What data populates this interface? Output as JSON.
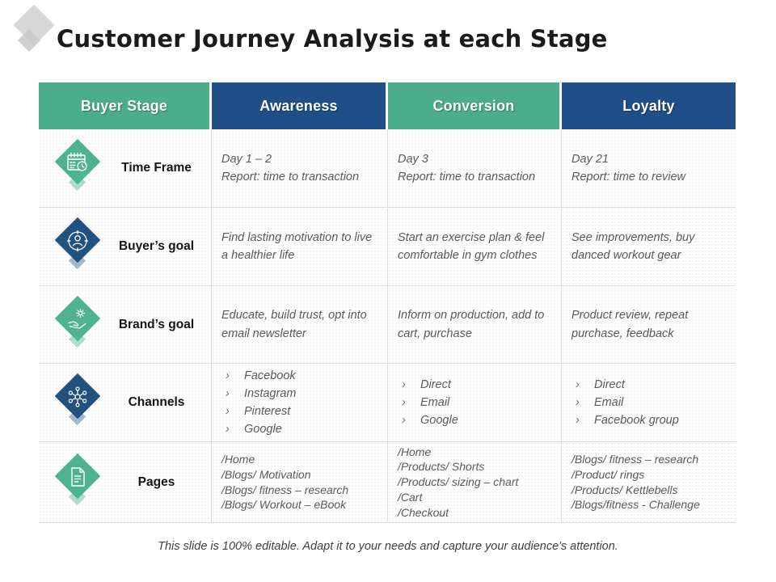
{
  "slide": {
    "title": "Customer Journey Analysis at each Stage",
    "footer": "This slide is 100% editable. Adapt it to your needs and capture your audience's attention."
  },
  "colors": {
    "header_teal": "#4bad8c",
    "header_blue": "#1f4e88",
    "diamond_green": "#4fb392",
    "diamond_blue": "#21517d",
    "cell_text": "#595959",
    "label_text": "#141414"
  },
  "bullet_char": "›",
  "table": {
    "header": [
      {
        "key": "buyer-stage",
        "label": "Buyer Stage",
        "color": "teal"
      },
      {
        "key": "awareness",
        "label": "Awareness",
        "color": "blue"
      },
      {
        "key": "conversion",
        "label": "Conversion",
        "color": "teal"
      },
      {
        "key": "loyalty",
        "label": "Loyalty",
        "color": "blue"
      }
    ],
    "rows": [
      {
        "key": "time-frame",
        "label": "Time Frame",
        "icon": "calendar-clock-icon",
        "diamond": "green",
        "cells": [
          {
            "type": "lines",
            "lines": [
              "Day 1 – 2",
              "Report: time to transaction"
            ]
          },
          {
            "type": "lines",
            "lines": [
              "Day 3",
              "Report: time to transaction"
            ]
          },
          {
            "type": "lines",
            "lines": [
              "Day 21",
              "Report: time to review"
            ]
          }
        ]
      },
      {
        "key": "buyers-goal",
        "label": "Buyer’s goal",
        "icon": "person-target-icon",
        "diamond": "blue",
        "cells": [
          {
            "type": "lines",
            "lines": [
              "Find lasting motivation to live a healthier life"
            ]
          },
          {
            "type": "lines",
            "lines": [
              "Start an exercise plan & feel comfortable in gym clothes"
            ]
          },
          {
            "type": "lines",
            "lines": [
              "See improvements, buy danced workout gear"
            ]
          }
        ]
      },
      {
        "key": "brands-goal",
        "label": "Brand’s goal",
        "icon": "hand-star-icon",
        "diamond": "green",
        "cells": [
          {
            "type": "lines",
            "lines": [
              "Educate, build trust, opt into email newsletter"
            ]
          },
          {
            "type": "lines",
            "lines": [
              "Inform on production, add to cart, purchase"
            ]
          },
          {
            "type": "lines",
            "lines": [
              "Product review,  repeat purchase, feedback"
            ]
          }
        ]
      },
      {
        "key": "channels",
        "label": "Channels",
        "icon": "network-icon",
        "diamond": "blue",
        "cells": [
          {
            "type": "bullets",
            "items": [
              "Facebook",
              "Instagram",
              "Pinterest",
              "Google"
            ]
          },
          {
            "type": "bullets",
            "items": [
              "Direct",
              "Email",
              "Google"
            ]
          },
          {
            "type": "bullets",
            "items": [
              "Direct",
              "Email",
              "Facebook group"
            ]
          }
        ]
      },
      {
        "key": "pages",
        "label": "Pages",
        "icon": "document-icon",
        "diamond": "green",
        "cells": [
          {
            "type": "lines",
            "lines": [
              "/Home",
              "/Blogs/ Motivation",
              "/Blogs/ fitness – research",
              "/Blogs/ Workout – eBook"
            ]
          },
          {
            "type": "lines",
            "lines": [
              "/Home",
              "/Products/ Shorts",
              "/Products/ sizing – chart",
              "/Cart",
              "/Checkout"
            ]
          },
          {
            "type": "lines",
            "lines": [
              "/Blogs/ fitness – research",
              "/Product/ rings",
              "/Products/ Kettlebells",
              "/Blogs/fitness - Challenge"
            ]
          }
        ]
      }
    ]
  }
}
